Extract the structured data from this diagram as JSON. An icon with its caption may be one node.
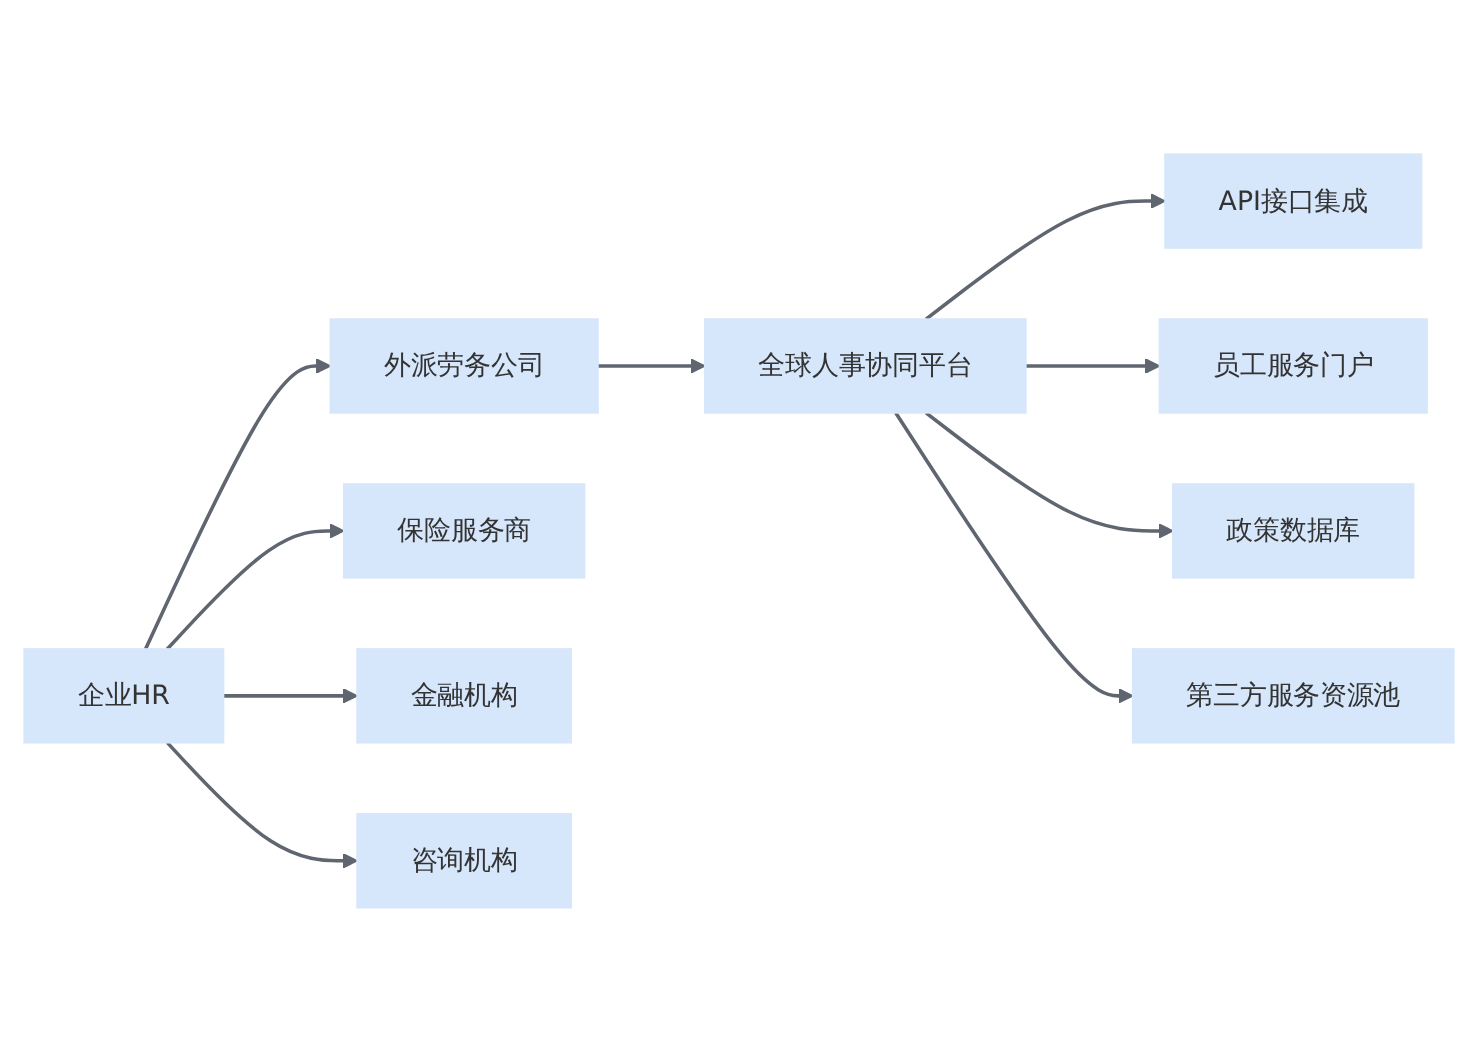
{
  "diagram": {
    "nodes": [
      {
        "text": [
          "企业HR"
        ]
      },
      {
        "text": [
          "外派劳务公司"
        ]
      },
      {
        "text": [
          "保险服务商"
        ]
      },
      {
        "text": [
          "金融机构"
        ]
      },
      {
        "text": [
          "咨询机构"
        ]
      },
      {
        "text": [
          "全球人事协同平台"
        ]
      },
      {
        "text": [
          "API接口集成"
        ]
      },
      {
        "text": [
          "员工服务门户"
        ]
      },
      {
        "text": [
          "政策数据库"
        ]
      },
      {
        "text": [
          "第三方服务资源池"
        ]
      }
    ],
    "edges": [
      {
        "from": 0,
        "to": 1,
        "arrow": "to"
      },
      {
        "from": 0,
        "to": 2,
        "arrow": "to"
      },
      {
        "from": 0,
        "to": 3,
        "arrow": "to"
      },
      {
        "from": 0,
        "to": 4,
        "arrow": "to"
      },
      {
        "from": 1,
        "to": 5,
        "arrow": "to"
      },
      {
        "from": 5,
        "to": 6,
        "arrow": "to"
      },
      {
        "from": 5,
        "to": 7,
        "arrow": "to"
      },
      {
        "from": 5,
        "to": 8,
        "arrow": "to"
      },
      {
        "from": 5,
        "to": 9,
        "arrow": "to"
      }
    ]
  }
}
